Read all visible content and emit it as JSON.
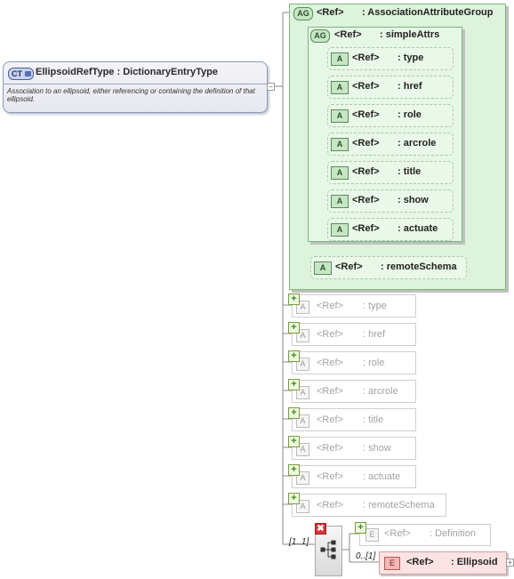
{
  "complex_type": {
    "badge": "CT",
    "title": "EllipsoidRefType : DictionaryEntryType",
    "documentation": "Association to an ellipsoid, either referencing or containing the definition of that ellipsoid."
  },
  "attribute_group": {
    "badge": "AG",
    "ref": "<Ref>",
    "name": ": AssociationAttributeGroup",
    "inner_group": {
      "badge": "AG",
      "ref": "<Ref>",
      "name": ": simpleAttrs",
      "attributes": [
        {
          "badge": "A",
          "ref": "<Ref>",
          "name": ": type"
        },
        {
          "badge": "A",
          "ref": "<Ref>",
          "name": ": href"
        },
        {
          "badge": "A",
          "ref": "<Ref>",
          "name": ": role"
        },
        {
          "badge": "A",
          "ref": "<Ref>",
          "name": ": arcrole"
        },
        {
          "badge": "A",
          "ref": "<Ref>",
          "name": ": title"
        },
        {
          "badge": "A",
          "ref": "<Ref>",
          "name": ": show"
        },
        {
          "badge": "A",
          "ref": "<Ref>",
          "name": ": actuate"
        }
      ]
    },
    "extra_attribute": {
      "badge": "A",
      "ref": "<Ref>",
      "name": ": remoteSchema"
    }
  },
  "collapsed_attributes": [
    {
      "badge": "A",
      "ref": "<Ref>",
      "name": ": type"
    },
    {
      "badge": "A",
      "ref": "<Ref>",
      "name": ": href"
    },
    {
      "badge": "A",
      "ref": "<Ref>",
      "name": ": role"
    },
    {
      "badge": "A",
      "ref": "<Ref>",
      "name": ": arcrole"
    },
    {
      "badge": "A",
      "ref": "<Ref>",
      "name": ": title"
    },
    {
      "badge": "A",
      "ref": "<Ref>",
      "name": ": show"
    },
    {
      "badge": "A",
      "ref": "<Ref>",
      "name": ": actuate"
    },
    {
      "badge": "A",
      "ref": "<Ref>",
      "name": ": remoteSchema"
    }
  ],
  "choice": {
    "cardinality": "[1..1]",
    "elements": [
      {
        "badge": "E",
        "ref": "<Ref>",
        "name": ": Definition",
        "cardinality": ""
      },
      {
        "badge": "E",
        "ref": "<Ref>",
        "name": ": Ellipsoid",
        "cardinality": "0..[1]"
      }
    ]
  },
  "icons": {
    "plus": "+",
    "remove": "✖",
    "expand": "+"
  },
  "colors": {
    "group_bg": "#ddf3dc",
    "element_bg": "#fbe3e3",
    "type_bg": "#eceef6"
  }
}
